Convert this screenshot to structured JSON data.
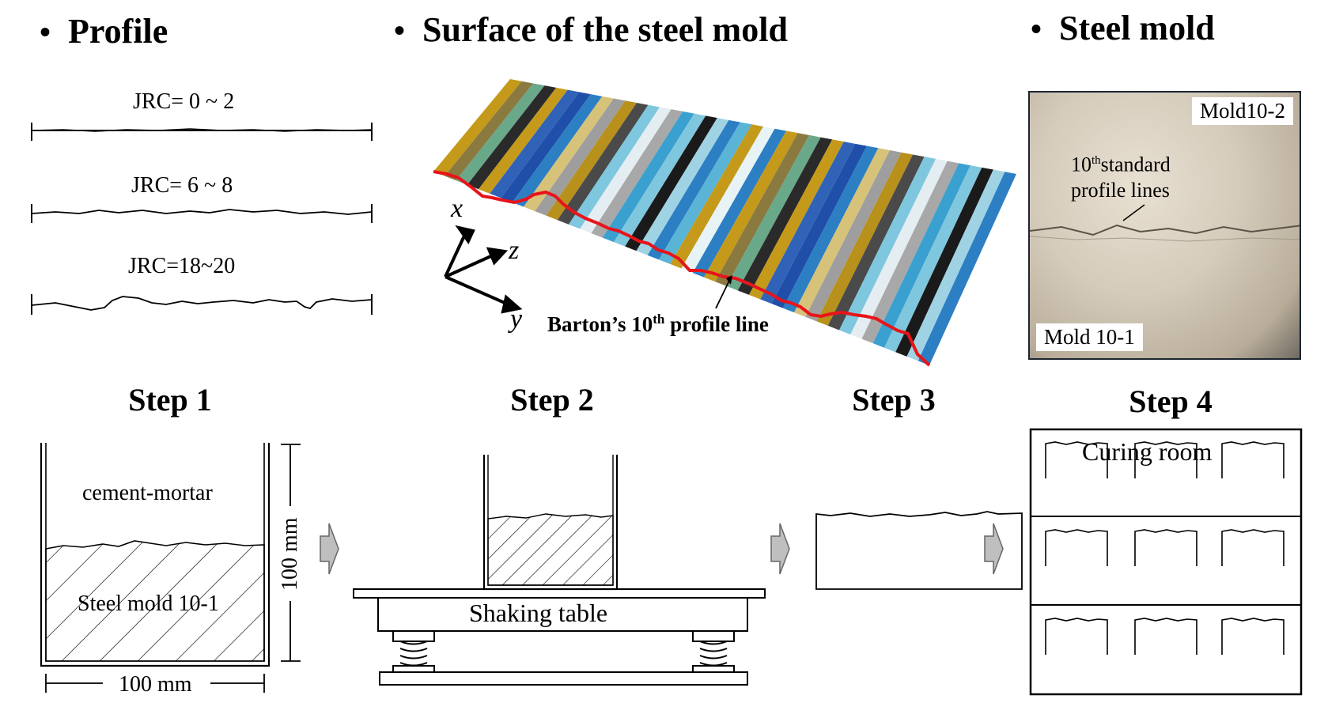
{
  "headings": {
    "profile": "Profile",
    "surface": "Surface of the steel mold",
    "steel_mold": "Steel mold",
    "bullet": "•"
  },
  "profile_labels": [
    "JRC= 0 ~ 2",
    "JRC= 6 ~ 8",
    "JRC=18~20"
  ],
  "surface": {
    "axis_x": "x",
    "axis_y": "y",
    "axis_z": "z",
    "callout_pre": "Barton’s 10",
    "callout_sup": "th",
    "callout_post": " profile line"
  },
  "photo": {
    "tag_top": "Mold10-2",
    "tag_bottom": "Mold 10-1",
    "note_pre": "10",
    "note_sup": "th",
    "note_post": "standard",
    "note_line2": "profile lines"
  },
  "steps": [
    "Step 1",
    "Step 2",
    "Step 3",
    "Step 4"
  ],
  "step1": {
    "top_label": "cement-mortar",
    "bottom_label": "Steel mold 10-1",
    "height_dim": "100 mm",
    "width_dim": "100 mm"
  },
  "step2": {
    "table_label": "Shaking table"
  },
  "step4": {
    "room_label": "Curing room"
  },
  "colors": {
    "red_profile": "#e8141a",
    "arrow_fill": "#bfbfbf",
    "stripe_gold": "#c59a1b",
    "stripe_blue": "#2d7fc4",
    "stripe_cyan": "#7fc7de"
  }
}
